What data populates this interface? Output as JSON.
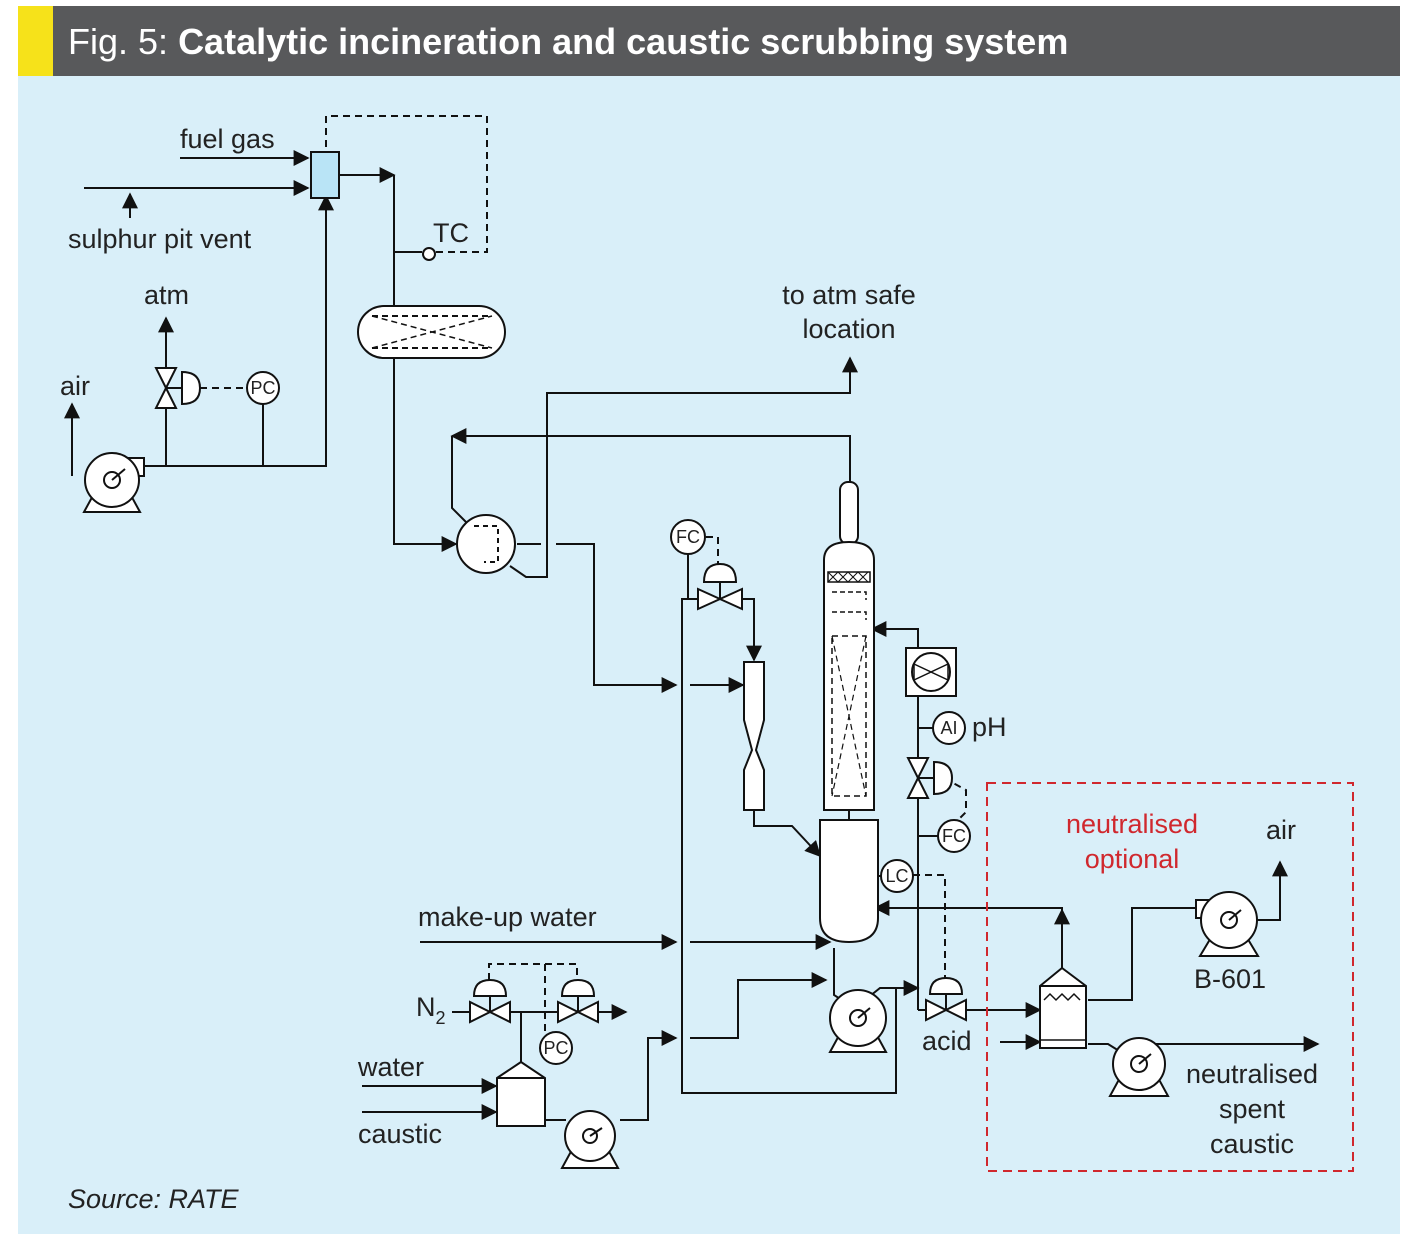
{
  "header": {
    "prefix": "Fig. 5:",
    "title": "Catalytic incineration and caustic scrubbing system"
  },
  "colors": {
    "accent": "#f6e21a",
    "header_bg": "#58595b",
    "panel_bg": "#d9eff9",
    "optional_box": "#d0282e",
    "burner_fill": "#b9e4f6"
  },
  "labels": {
    "fuel_gas": "fuel gas",
    "sulphur_pit_vent": "sulphur pit vent",
    "atm": "atm",
    "air_left": "air",
    "tc": "TC",
    "to_atm_1": "to atm safe",
    "to_atm_2": "location",
    "ph": "pH",
    "make_up_water": "make-up water",
    "n2_base": "N",
    "n2_sub": "2",
    "water": "water",
    "caustic": "caustic",
    "acid": "acid",
    "neutralised_optional_1": "neutralised",
    "neutralised_optional_2": "optional",
    "air_right": "air",
    "b601": "B-601",
    "neutralised_spent_1": "neutralised",
    "neutralised_spent_2": "spent",
    "neutralised_spent_3": "caustic"
  },
  "instruments": {
    "pc_top": "PC",
    "fc_top": "FC",
    "ai": "AI",
    "fc_right": "FC",
    "lc": "LC",
    "pc_bottom": "PC"
  },
  "source": "Source: RATE"
}
